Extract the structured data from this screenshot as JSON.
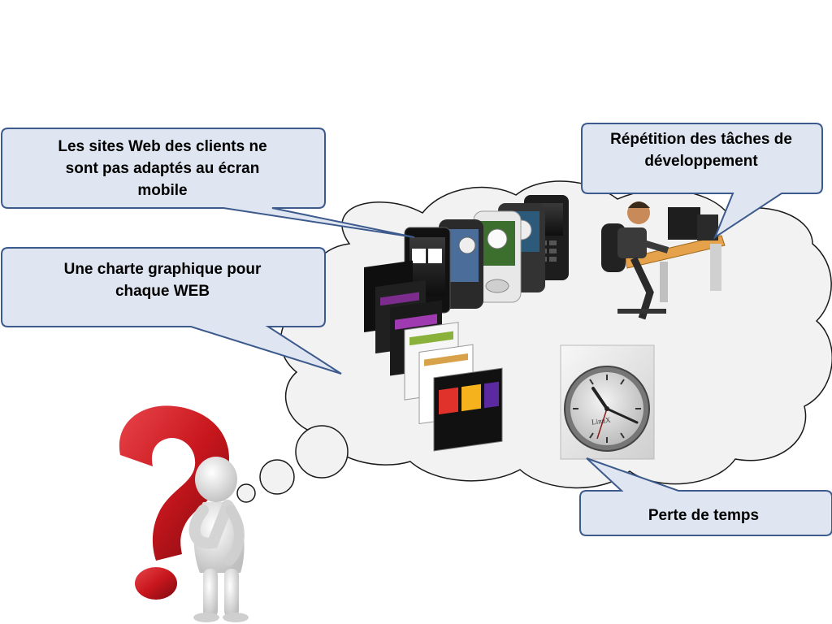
{
  "callouts": {
    "mobile_sites": "Les  sites Web des clients ne\nsont pas  adaptés au écran\nmobile",
    "charte_graphique": "Une charte graphique pour\nchaque WEB",
    "repetition": "Répétition des tâches de\ndéveloppement",
    "perte_temps": "Perte de temps"
  },
  "clock_brand": "LinuX",
  "icons": [
    "question-mark-icon",
    "thinking-figure-icon",
    "smartphones-icon",
    "website-screens-icon",
    "office-worker-icon",
    "wall-clock-icon"
  ],
  "colors": {
    "callout_fill": "#dfe6f2",
    "callout_stroke": "#3d5a8c",
    "cloud_fill": "#f2f2f2",
    "cloud_stroke": "#1a1a1a",
    "question_red": "#c8161d"
  }
}
